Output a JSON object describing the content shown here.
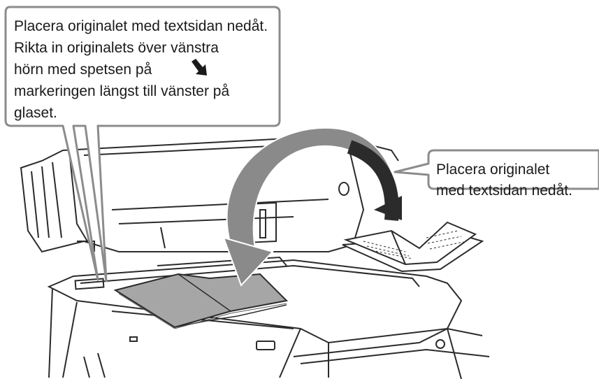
{
  "callouts": {
    "left": {
      "lines": [
        "Placera originalet med textsidan nedåt.",
        "Rikta in originalets över vänstra",
        "hörn med spetsen på",
        "markeringen längst till vänster på",
        "glaset."
      ],
      "icon": "corner-marker-arrow-icon"
    },
    "right": {
      "lines": [
        "Placera originalet",
        "med textsidan nedåt."
      ]
    }
  },
  "colors": {
    "outline": "#2b2b2b",
    "callout_border": "#8c8c8c",
    "document": "#a6a6a6",
    "arrow": "#8a8a8a",
    "arrow_dark": "#3a3a3a"
  }
}
